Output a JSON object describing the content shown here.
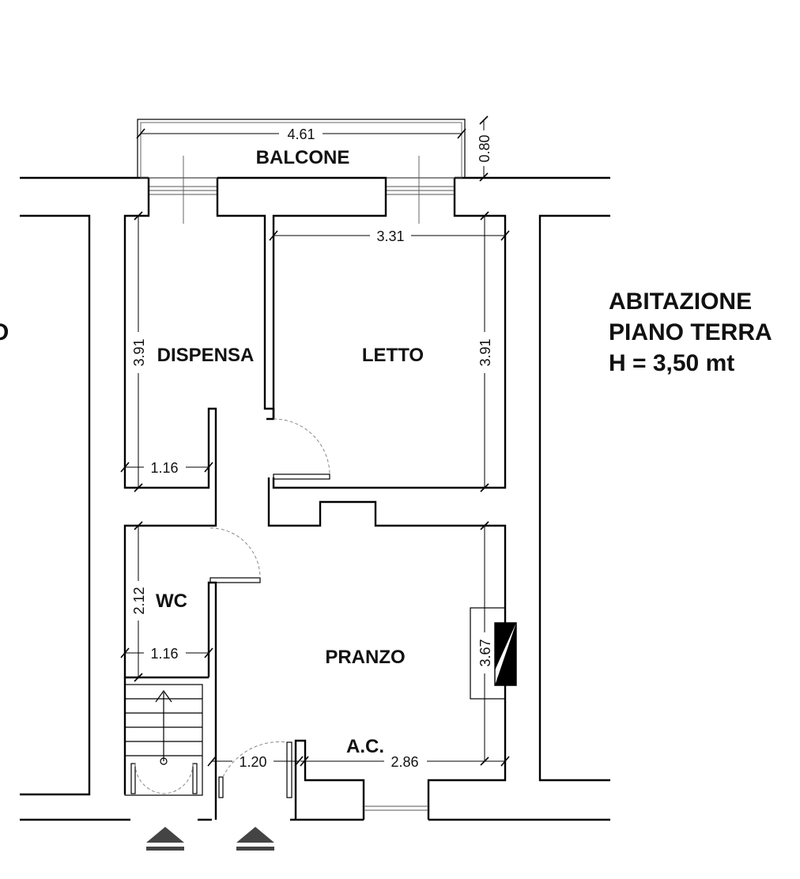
{
  "info": {
    "title_line1": "ABITAZIONE",
    "title_line2": "PIANO TERRA",
    "height": "H = 3,50 mt",
    "cut_letter": "O"
  },
  "rooms": {
    "balcone": "BALCONE",
    "dispensa": "DISPENSA",
    "letto": "LETTO",
    "wc": "WC",
    "pranzo": "PRANZO",
    "ac": "A.C."
  },
  "dimensions": {
    "balcone_width": "4.61",
    "balcone_depth": "0.80",
    "letto_width": "3.31",
    "dispensa_height": "3.91",
    "letto_height": "3.91",
    "dispensa_width": "1.16",
    "wc_height": "2.12",
    "wc_width": "1.16",
    "pranzo_height": "3.67",
    "entrance_width": "1.20",
    "pranzo_width": "2.86"
  },
  "icons": [
    "entrance-arrow-icon",
    "stair-arrow-icon",
    "door-swing-icon",
    "fireplace-icon"
  ]
}
